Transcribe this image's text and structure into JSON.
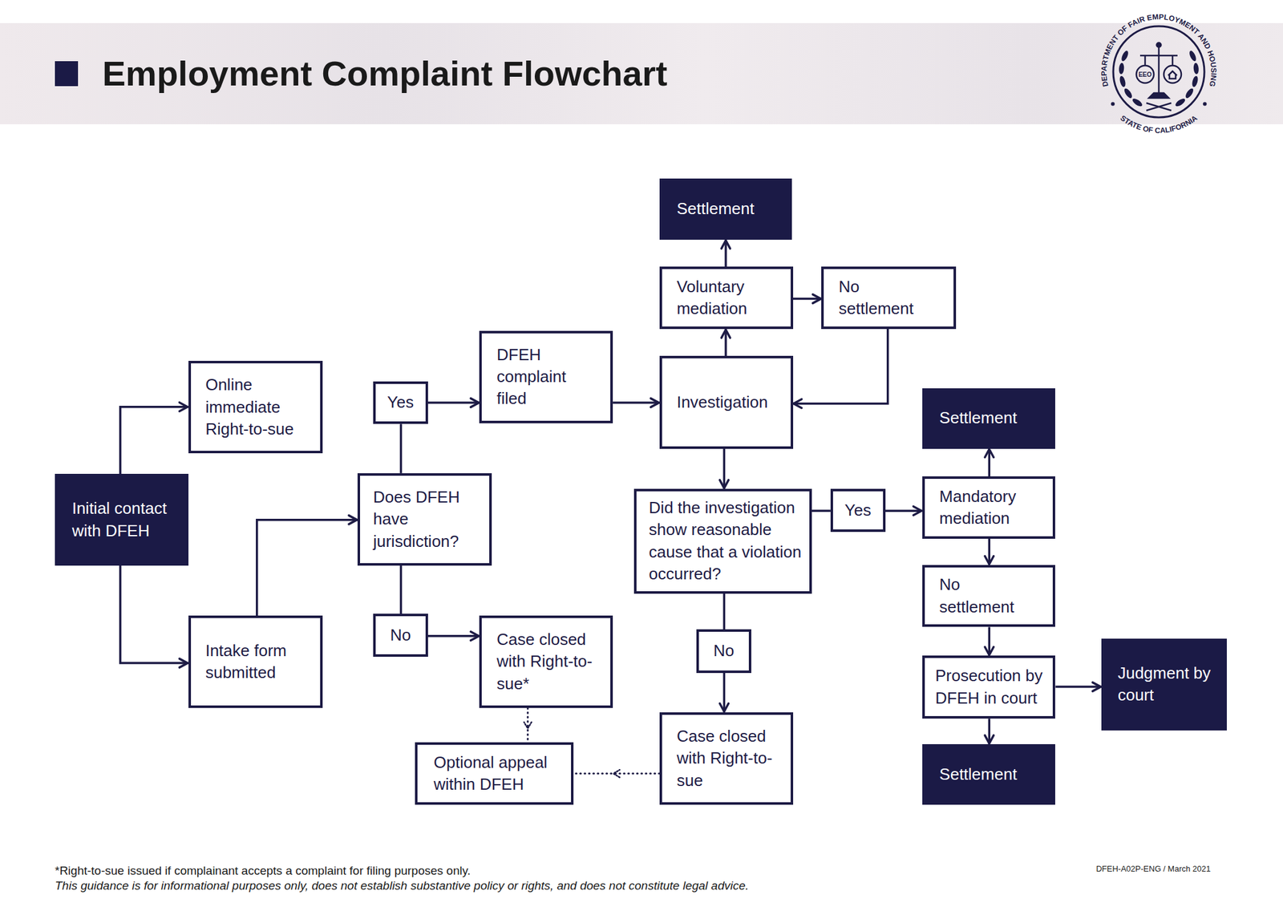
{
  "diagram": {
    "title": "Employment Complaint Flowchart",
    "nodes": [
      {
        "text": [
          "Initial contact with DFEH"
        ]
      },
      {
        "text": [
          "Online immediate Right-to-sue"
        ]
      },
      {
        "text": [
          "Intake form submitted"
        ]
      },
      {
        "text": [
          "Does DFEH have jurisdiction?"
        ]
      },
      {
        "text": [
          "Yes"
        ]
      },
      {
        "text": [
          "No"
        ]
      },
      {
        "text": [
          "DFEH complaint filed"
        ]
      },
      {
        "text": [
          "Case closed with Right-to-sue*"
        ]
      },
      {
        "text": [
          "Optional appeal within DFEH"
        ]
      },
      {
        "text": [
          "Settlement"
        ]
      },
      {
        "text": [
          "Voluntary mediation"
        ]
      },
      {
        "text": [
          "No settlement"
        ]
      },
      {
        "text": [
          "Investigation"
        ]
      },
      {
        "text": [
          "Did the investigation show reasonable cause that a violation occurred?"
        ]
      },
      {
        "text": [
          "Yes"
        ]
      },
      {
        "text": [
          "No"
        ]
      },
      {
        "text": [
          "Case closed with Right-to-sue"
        ]
      },
      {
        "text": [
          "Settlement"
        ]
      },
      {
        "text": [
          "Mandatory mediation"
        ]
      },
      {
        "text": [
          "No settlement"
        ]
      },
      {
        "text": [
          "Prosecution by DFEH in court"
        ]
      },
      {
        "text": [
          "Judgment by court"
        ]
      },
      {
        "text": [
          "Settlement"
        ]
      }
    ],
    "edges": [
      {
        "from": 0,
        "to": 1,
        "arrow": "to"
      },
      {
        "from": 0,
        "to": 2,
        "arrow": "to"
      },
      {
        "from": 2,
        "to": 3,
        "arrow": "to"
      },
      {
        "from": 3,
        "to": 4,
        "arrow": "none"
      },
      {
        "from": 4,
        "to": 6,
        "arrow": "to"
      },
      {
        "from": 3,
        "to": 5,
        "arrow": "none"
      },
      {
        "from": 5,
        "to": 7,
        "arrow": "to"
      },
      {
        "from": 7,
        "to": 8,
        "arrow": "to"
      },
      {
        "from": 6,
        "to": 12,
        "arrow": "to"
      },
      {
        "from": 12,
        "to": 10,
        "arrow": "to"
      },
      {
        "from": 10,
        "to": 9,
        "arrow": "to"
      },
      {
        "from": 10,
        "to": 11,
        "arrow": "to"
      },
      {
        "from": 11,
        "to": 12,
        "arrow": "to"
      },
      {
        "from": 12,
        "to": 13,
        "arrow": "to"
      },
      {
        "from": 13,
        "to": 14,
        "arrow": "none"
      },
      {
        "from": 14,
        "to": 18,
        "arrow": "to"
      },
      {
        "from": 13,
        "to": 15,
        "arrow": "none"
      },
      {
        "from": 15,
        "to": 16,
        "arrow": "to"
      },
      {
        "from": 16,
        "to": 8,
        "arrow": "to"
      },
      {
        "from": 18,
        "to": 17,
        "arrow": "to"
      },
      {
        "from": 18,
        "to": 19,
        "arrow": "to"
      },
      {
        "from": 19,
        "to": 20,
        "arrow": "to"
      },
      {
        "from": 20,
        "to": 21,
        "arrow": "to"
      },
      {
        "from": 20,
        "to": 22,
        "arrow": "to"
      }
    ],
    "labels": [
      "DEPARTMENT OF FAIR EMPLOYMENT AND HOUSING",
      "EEO",
      "STATE OF CALIFORNIA",
      "*Right-to-sue issued if complainant accepts a complaint for filing purposes only.",
      "This guidance is for informational purposes only, does not establish substantive policy or rights, and does not constitute legal advice.",
      "DFEH-A02P-ENG / March 2021"
    ]
  }
}
